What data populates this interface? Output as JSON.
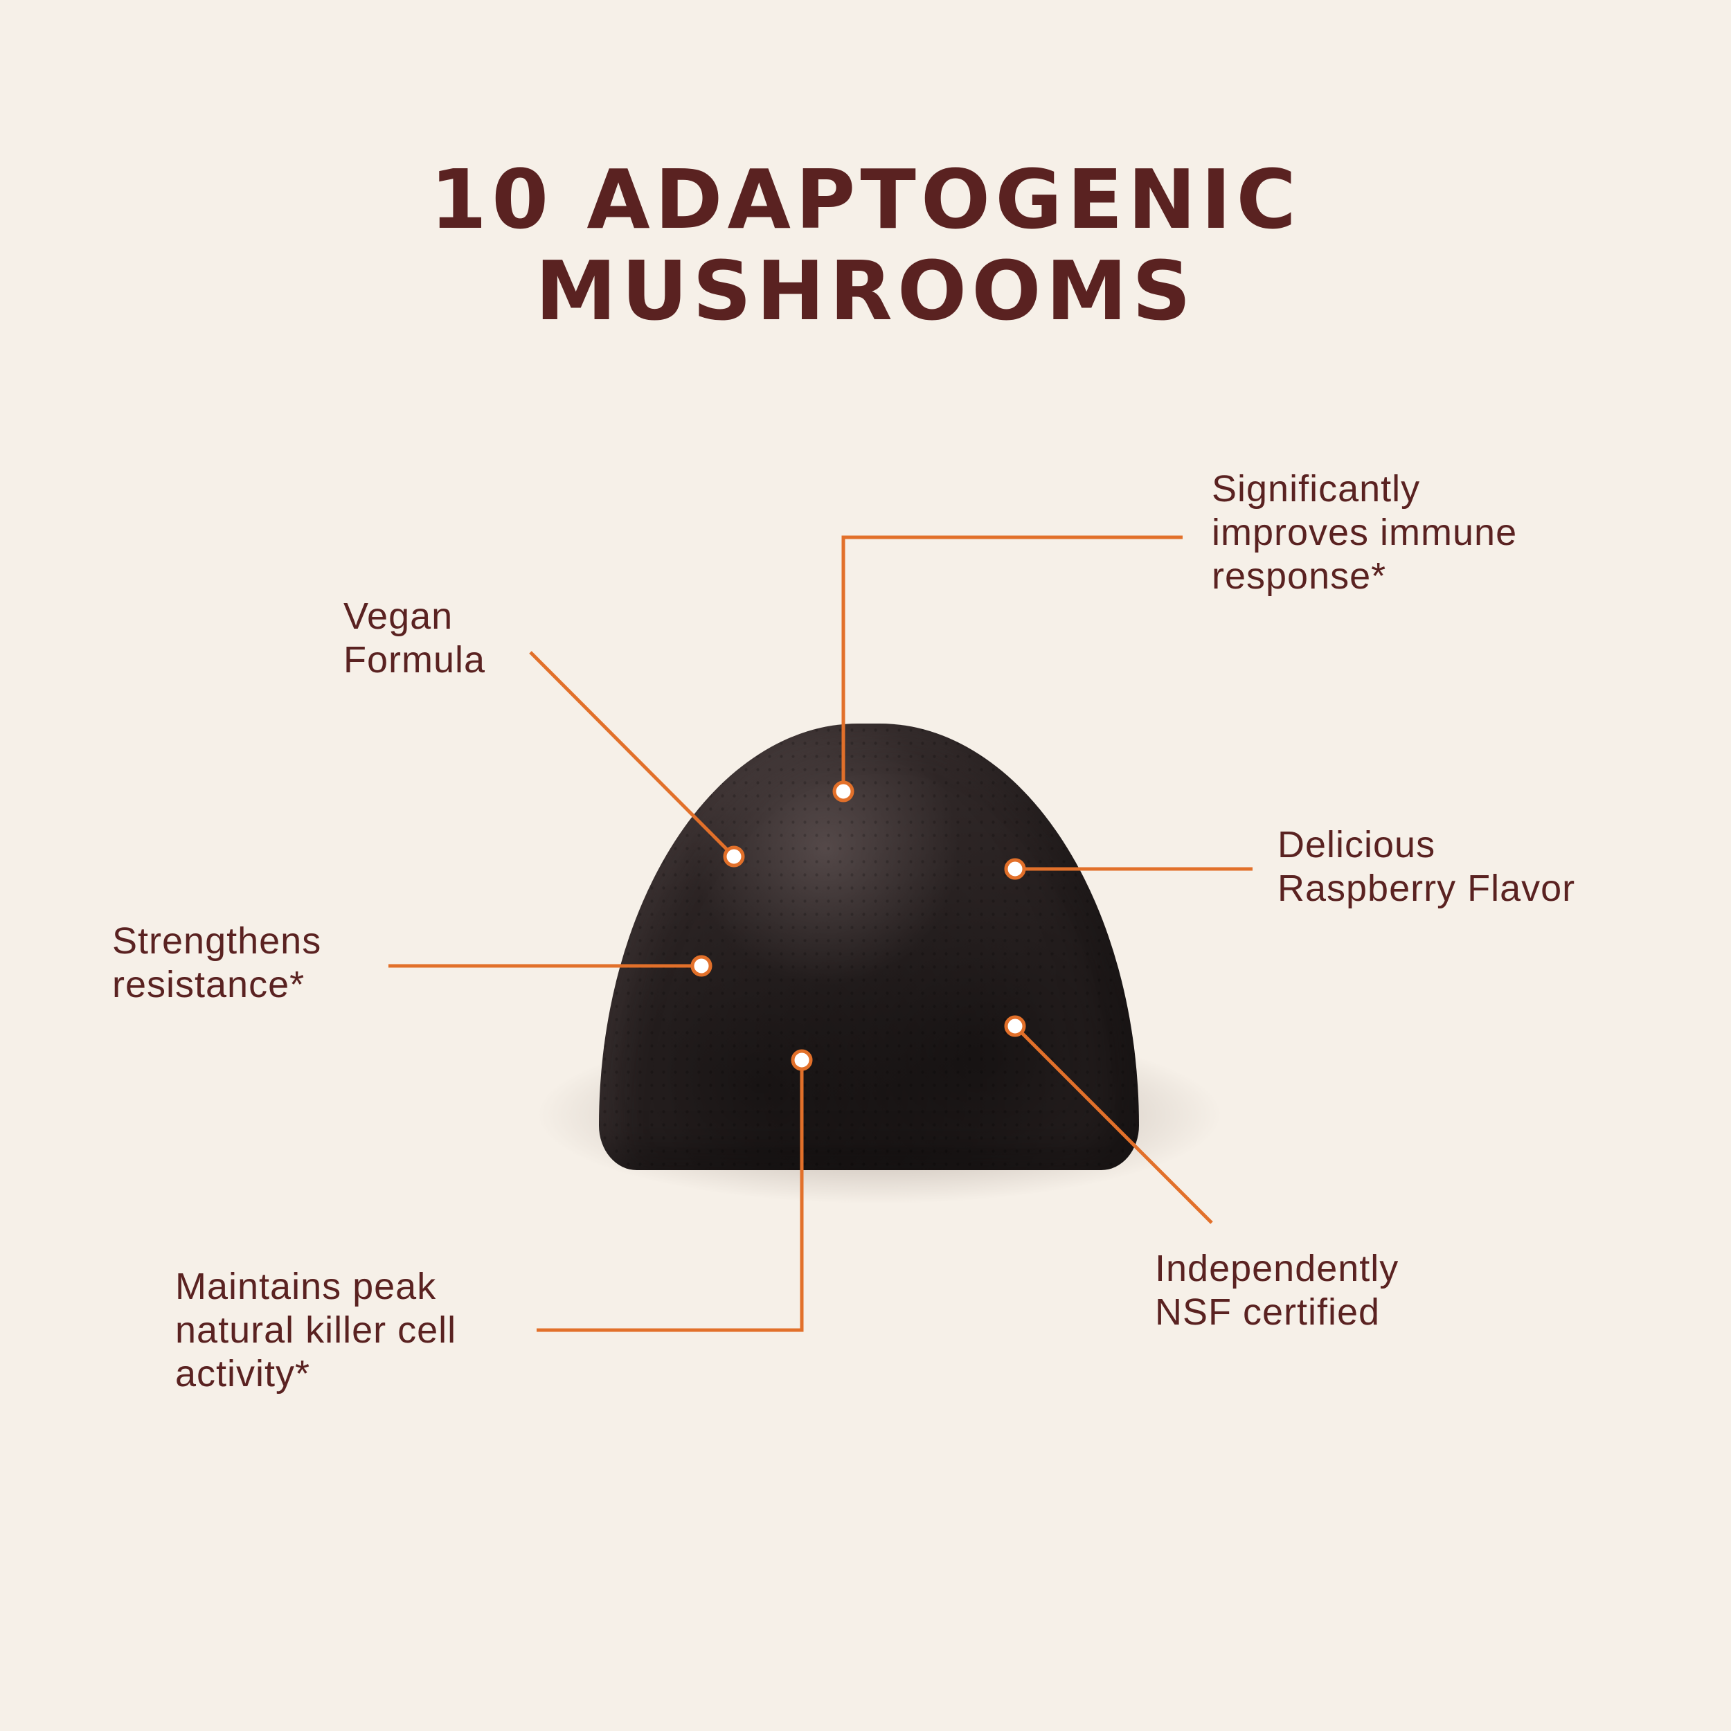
{
  "title": {
    "line1": "10 ADAPTOGENIC",
    "line2": "MUSHROOMS"
  },
  "colors": {
    "background": "#f6f0e8",
    "text": "#5a2221",
    "accent": "#e2702a",
    "gummy": "#2e2626"
  },
  "callouts": {
    "immune": "Significantly\nimproves immune\nresponse*",
    "vegan": "Vegan\nFormula",
    "flavor": "Delicious\nRaspberry Flavor",
    "resistance": "Strengthens\nresistance*",
    "nsf": "Independently\nNSF certified",
    "killer_cell": "Maintains peak\nnatural killer cell\nactivity*"
  }
}
